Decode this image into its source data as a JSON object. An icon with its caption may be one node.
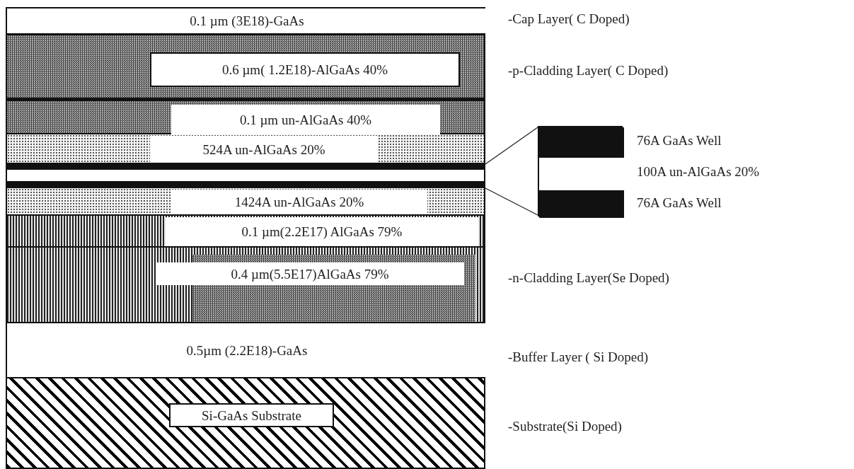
{
  "diagram": {
    "nodes": [
      {
        "text": [
          "0.1 µm (3E18)-GaAs"
        ],
        "beside": [
          "-Cap Layer( C Doped)"
        ]
      },
      {
        "text": [
          "0.6 µm( 1.2E18)-AlGaAs 40%"
        ],
        "beside": [
          "-p-Cladding Layer( C Doped)"
        ]
      },
      {
        "text": [
          "0.1 µm un-AlGaAs 40%"
        ]
      },
      {
        "text": [
          "524A un-AlGaAs 20%"
        ]
      },
      {
        "text": [],
        "shape": "bar"
      },
      {
        "text": [],
        "shape": "bar"
      },
      {
        "text": [],
        "shape": "bar"
      },
      {
        "text": [
          "1424A un-AlGaAs 20%"
        ]
      },
      {
        "text": [
          "0.1 µm(2.2E17) AlGaAs 79%"
        ]
      },
      {
        "text": [
          "0.4 µm(5.5E17)AlGaAs 79%"
        ],
        "beside": [
          "-n-Cladding Layer(Se Doped)"
        ]
      },
      {
        "text": [
          "0.5µm (2.2E18)-GaAs"
        ],
        "beside": [
          "-Buffer Layer ( Si Doped)"
        ]
      },
      {
        "text": [
          "Si-GaAs Substrate"
        ],
        "beside": [
          "-Substrate(Si Doped)"
        ]
      },
      {
        "text": [],
        "shape": "box"
      },
      {
        "text": [],
        "shape": "bar",
        "in": 12,
        "beside": [
          "76A GaAs Well"
        ]
      },
      {
        "text": [],
        "shape": "bar",
        "in": 12,
        "beside": [
          "100A un-AlGaAs 20%"
        ]
      },
      {
        "text": [],
        "shape": "bar",
        "in": 12,
        "beside": [
          "76A GaAs Well"
        ]
      }
    ],
    "edges": [
      {
        "from": 4,
        "to": 12,
        "arrow": "none"
      },
      {
        "from": 6,
        "to": 12,
        "arrow": "none"
      }
    ]
  }
}
